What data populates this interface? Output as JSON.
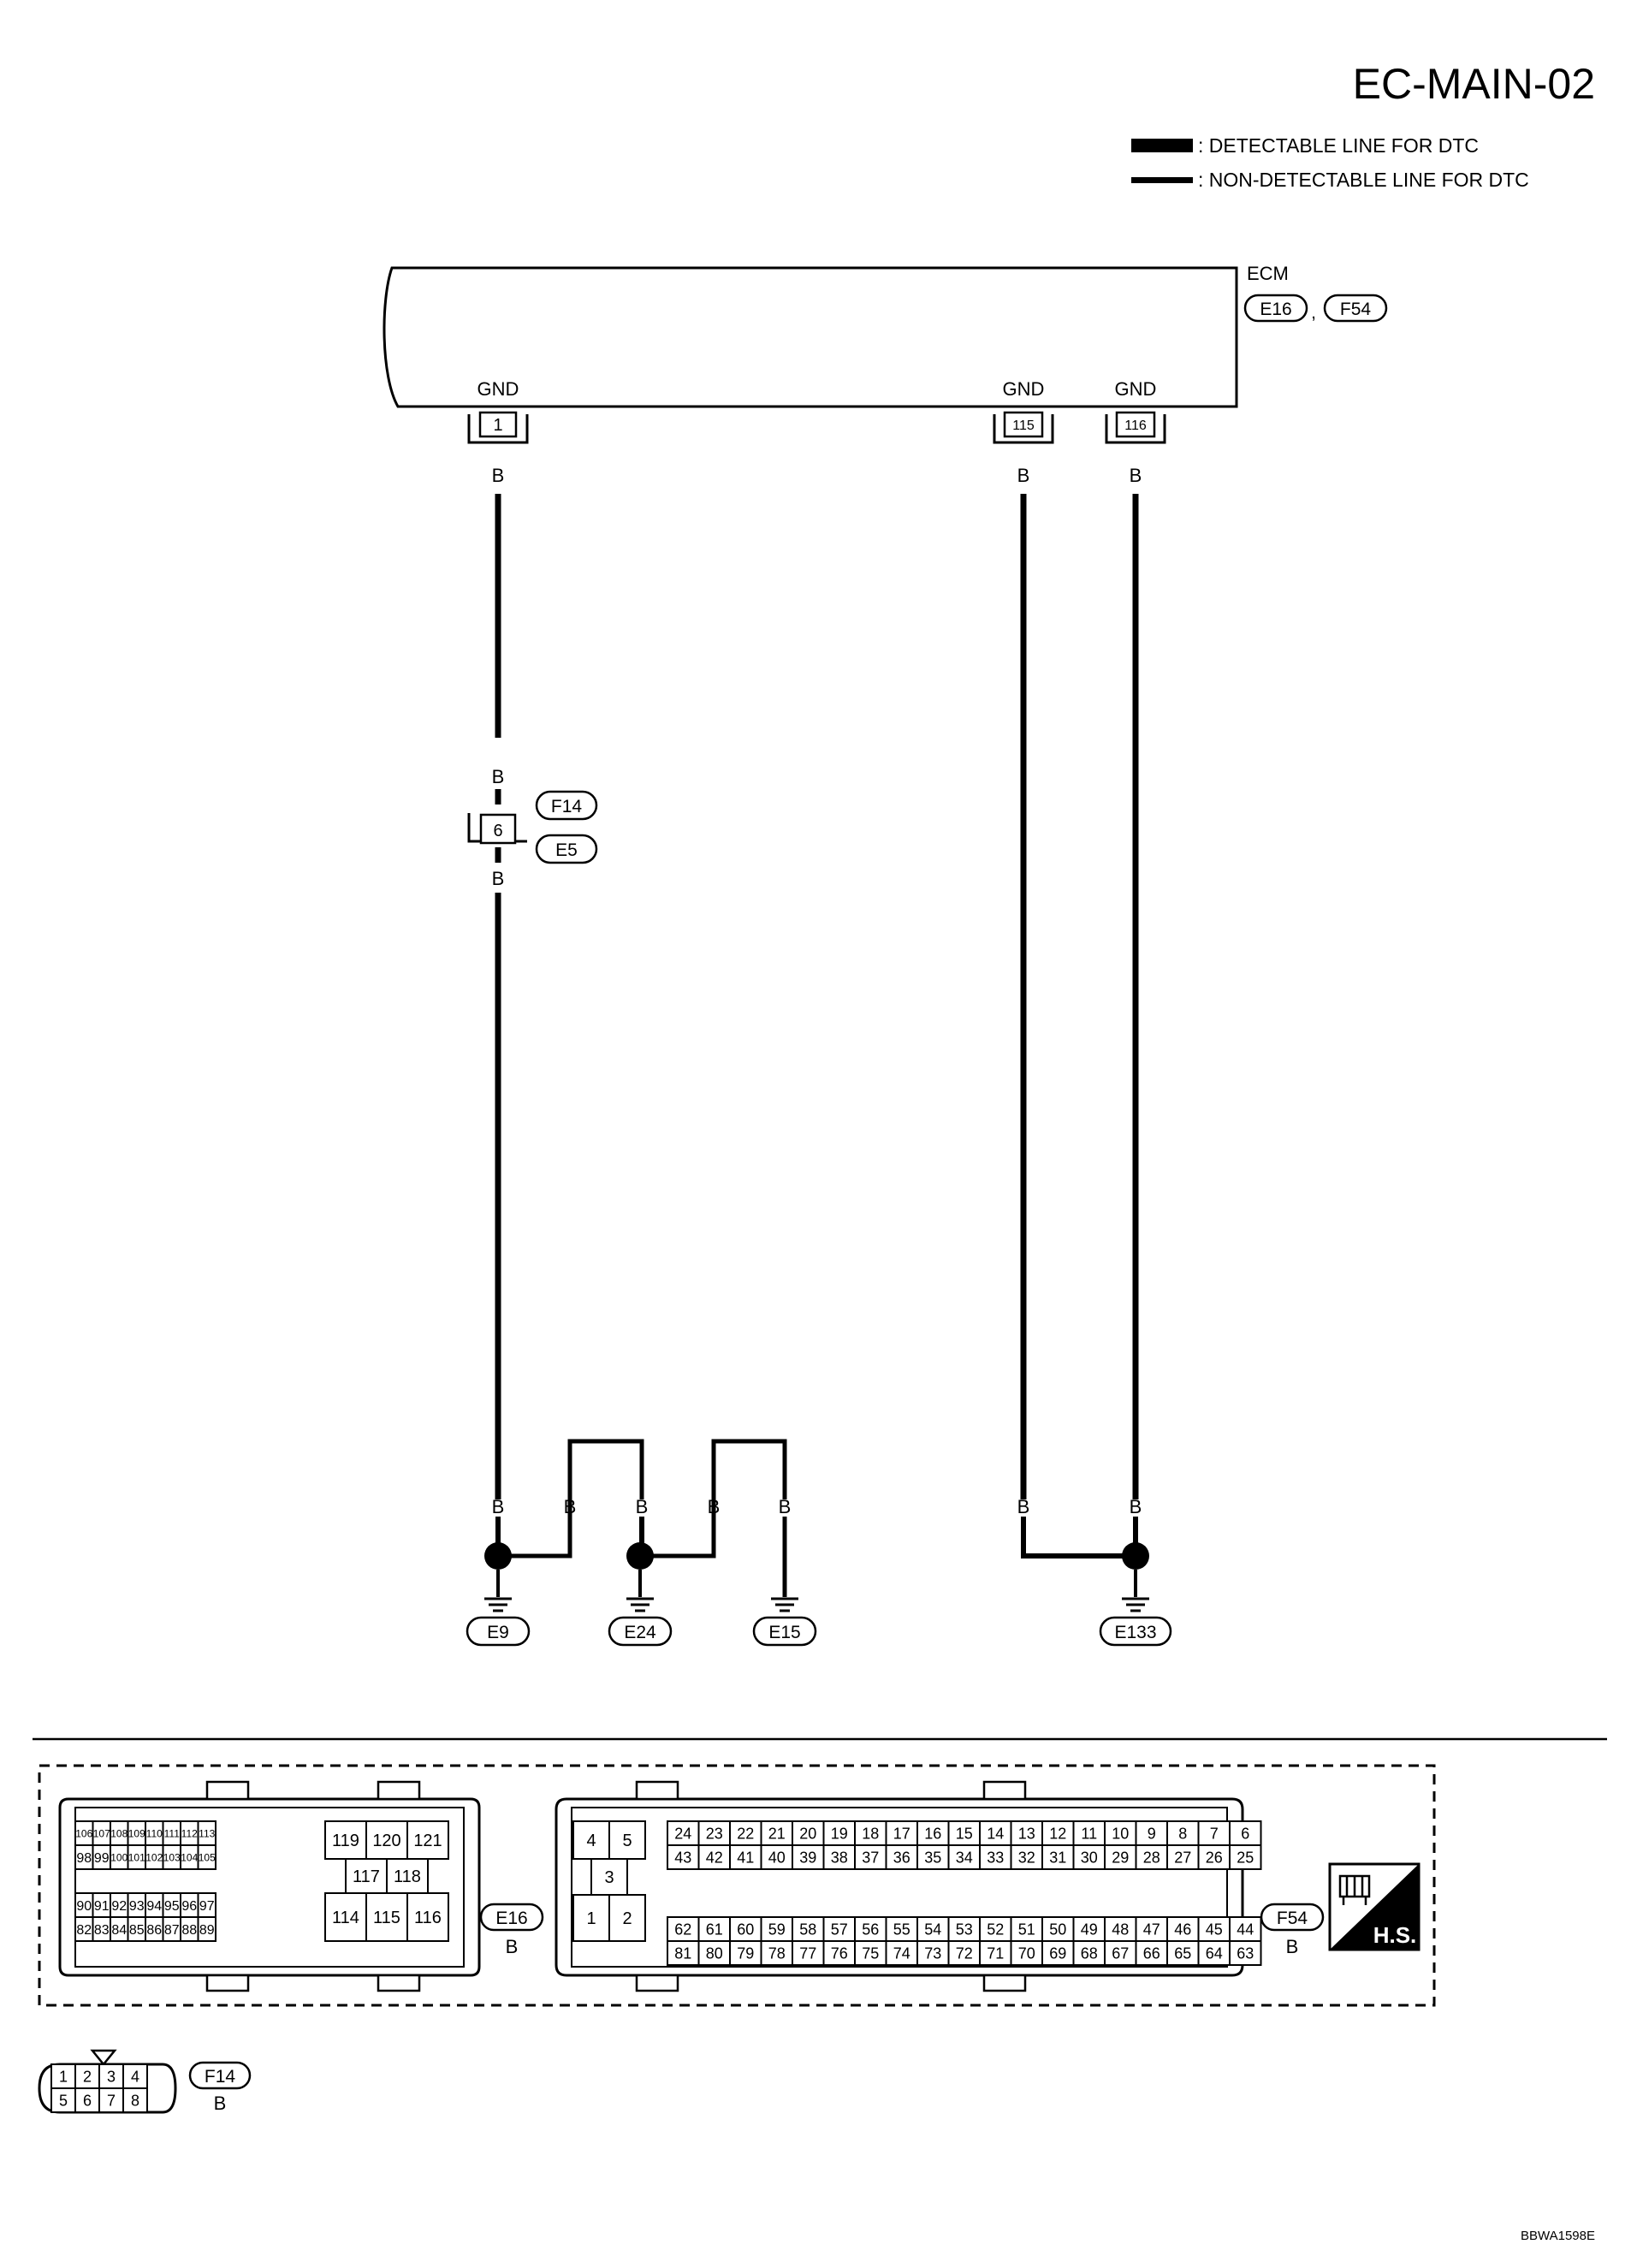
{
  "page": {
    "title": "EC-MAIN-02",
    "figure_code": "BBWA1598E"
  },
  "legend": {
    "detectable": ": DETECTABLE LINE FOR DTC",
    "non_detectable": ": NON-DETECTABLE LINE FOR DTC"
  },
  "ecm": {
    "label": "ECM",
    "connector_1": "E16",
    "separator": ",",
    "connector_2": "F54",
    "terminals": [
      {
        "name": "GND",
        "pin": "1"
      },
      {
        "name": "GND",
        "pin": "115"
      },
      {
        "name": "GND",
        "pin": "116"
      }
    ]
  },
  "wire_color": "B",
  "joint": {
    "pin": "6",
    "connector_top": "F14",
    "connector_bottom": "E5"
  },
  "grounds": [
    "E9",
    "E24",
    "E15",
    "E133"
  ],
  "connectors": {
    "e16": {
      "id": "E16",
      "color": "B",
      "left_upper_rows": [
        [
          "106",
          "107",
          "108",
          "109",
          "110",
          "111",
          "112",
          "113"
        ],
        [
          "98",
          "99",
          "100",
          "101",
          "102",
          "103",
          "104",
          "105"
        ]
      ],
      "left_lower_rows": [
        [
          "90",
          "91",
          "92",
          "93",
          "94",
          "95",
          "96",
          "97"
        ],
        [
          "82",
          "83",
          "84",
          "85",
          "86",
          "87",
          "88",
          "89"
        ]
      ],
      "right_top": [
        "119",
        "120",
        "121"
      ],
      "right_mid": [
        "117",
        "118"
      ],
      "right_bottom": [
        "114",
        "115",
        "116"
      ]
    },
    "f54": {
      "id": "F54",
      "color": "B",
      "left_top": [
        "4",
        "5"
      ],
      "left_mid": "3",
      "left_bottom": [
        "1",
        "2"
      ],
      "rows": [
        [
          "24",
          "23",
          "22",
          "21",
          "20",
          "19",
          "18",
          "17",
          "16",
          "15",
          "14",
          "13",
          "12",
          "11",
          "10",
          "9",
          "8",
          "7",
          "6"
        ],
        [
          "43",
          "42",
          "41",
          "40",
          "39",
          "38",
          "37",
          "36",
          "35",
          "34",
          "33",
          "32",
          "31",
          "30",
          "29",
          "28",
          "27",
          "26",
          "25"
        ],
        [
          "62",
          "61",
          "60",
          "59",
          "58",
          "57",
          "56",
          "55",
          "54",
          "53",
          "52",
          "51",
          "50",
          "49",
          "48",
          "47",
          "46",
          "45",
          "44"
        ],
        [
          "81",
          "80",
          "79",
          "78",
          "77",
          "76",
          "75",
          "74",
          "73",
          "72",
          "71",
          "70",
          "69",
          "68",
          "67",
          "66",
          "65",
          "64",
          "63"
        ]
      ]
    },
    "f14": {
      "id": "F14",
      "color": "B",
      "rows": [
        [
          "1",
          "2",
          "3",
          "4"
        ],
        [
          "5",
          "6",
          "7",
          "8"
        ]
      ]
    },
    "hs_badge": "H.S."
  }
}
